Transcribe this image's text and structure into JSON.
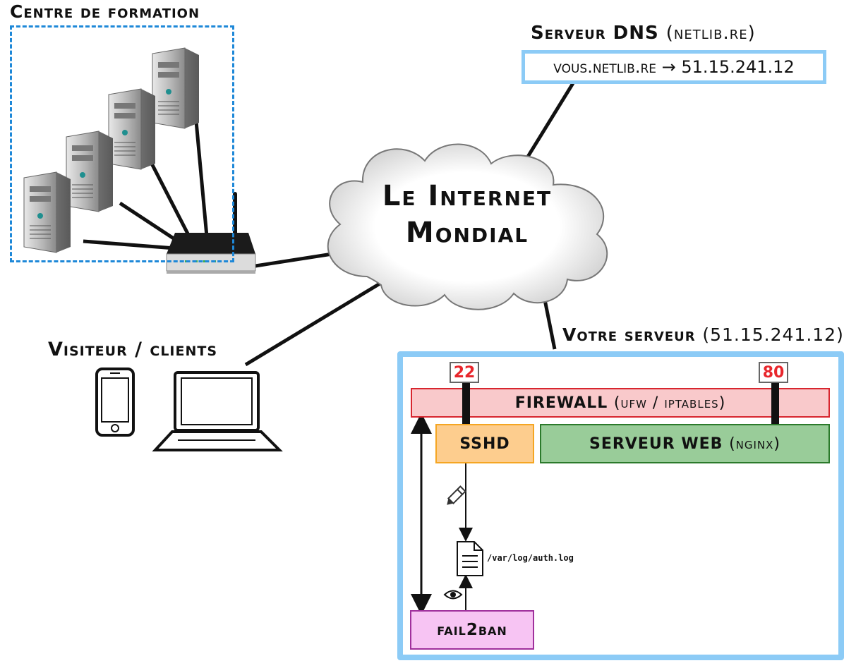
{
  "training_center": {
    "title": "Centre de formation",
    "server_count": 4,
    "icons": [
      "tower-server-icon",
      "router-icon"
    ]
  },
  "dns": {
    "title": "Serveur DNS",
    "title_paren": "(netlib.re)",
    "record": "vous.netlib.re → 51.15.241.12"
  },
  "internet": {
    "line1": "Le Internet",
    "line2": "Mondial",
    "icon": "cloud-icon"
  },
  "visitors": {
    "title": "Visiteur / clients",
    "icons": [
      "smartphone-icon",
      "laptop-icon"
    ]
  },
  "server": {
    "title": "Votre serveur",
    "title_paren": "(51.15.241.12)",
    "firewall_label": "FIREWALL",
    "firewall_paren": "(ufw / iptables)",
    "port_ssh": "22",
    "port_http": "80",
    "sshd_label": "SSHD",
    "web_label": "SERVEUR WEB",
    "web_paren": "(nginx)",
    "fail2ban_label": "fail2ban",
    "log_path": "/var/log/auth.log",
    "icons": [
      "pencil-icon",
      "document-icon",
      "eye-icon"
    ]
  },
  "colors": {
    "dashed_border": "#1e88d8",
    "light_blue_border": "#8ccbf6",
    "firewall_fill": "#f9c9cb",
    "firewall_border": "#d8262f",
    "port_text": "#e8262c",
    "sshd_fill": "#fdcd8e",
    "web_fill": "#99cc99",
    "fail2ban_fill": "#f7c4f3"
  }
}
